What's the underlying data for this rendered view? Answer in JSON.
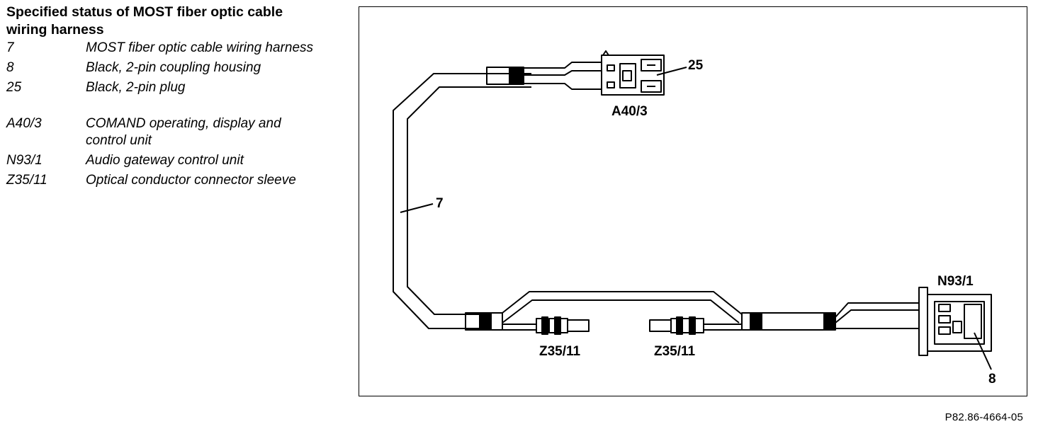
{
  "legend": {
    "title": "Specified status of MOST fiber optic cable wiring harness",
    "items": [
      {
        "code": "7",
        "desc": "MOST fiber optic cable wiring harness"
      },
      {
        "code": "8",
        "desc": "Black, 2-pin coupling housing"
      },
      {
        "code": "25",
        "desc": "Black, 2-pin plug"
      },
      {
        "code": "A40/3",
        "desc": "COMAND operating, display and control unit"
      },
      {
        "code": "N93/1",
        "desc": "Audio gateway control unit"
      },
      {
        "code": "Z35/11",
        "desc": "Optical conductor connector sleeve"
      }
    ]
  },
  "diagram": {
    "labels": {
      "plug_number": "25",
      "comand_unit": "A40/3",
      "harness_number": "7",
      "gateway_unit": "N93/1",
      "coupling_number": "8",
      "sleeve_left": "Z35/11",
      "sleeve_right": "Z35/11"
    }
  },
  "figure_ref": "P82.86-4664-05"
}
